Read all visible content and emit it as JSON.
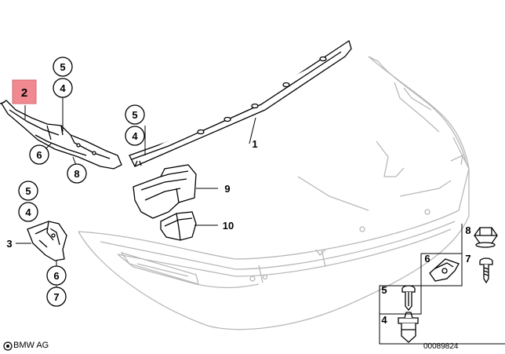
{
  "callouts": {
    "c1": "1",
    "c2": "2",
    "c3": "3",
    "c4a": "4",
    "c5a": "5",
    "c6a": "6",
    "c8": "8",
    "c4b": "4",
    "c5b": "5",
    "c4c": "4",
    "c5c": "5",
    "c6c": "6",
    "c7c": "7",
    "c9": "9",
    "c10": "10",
    "k8": "8",
    "k6": "6",
    "k7": "7",
    "k5": "5",
    "k4": "4"
  },
  "colors": {
    "highlight": "#f08a90",
    "line": "#000000",
    "bumper": "#b8b8b8"
  },
  "footer": {
    "brand": "BMW AG",
    "drawing_number": "00089824"
  }
}
